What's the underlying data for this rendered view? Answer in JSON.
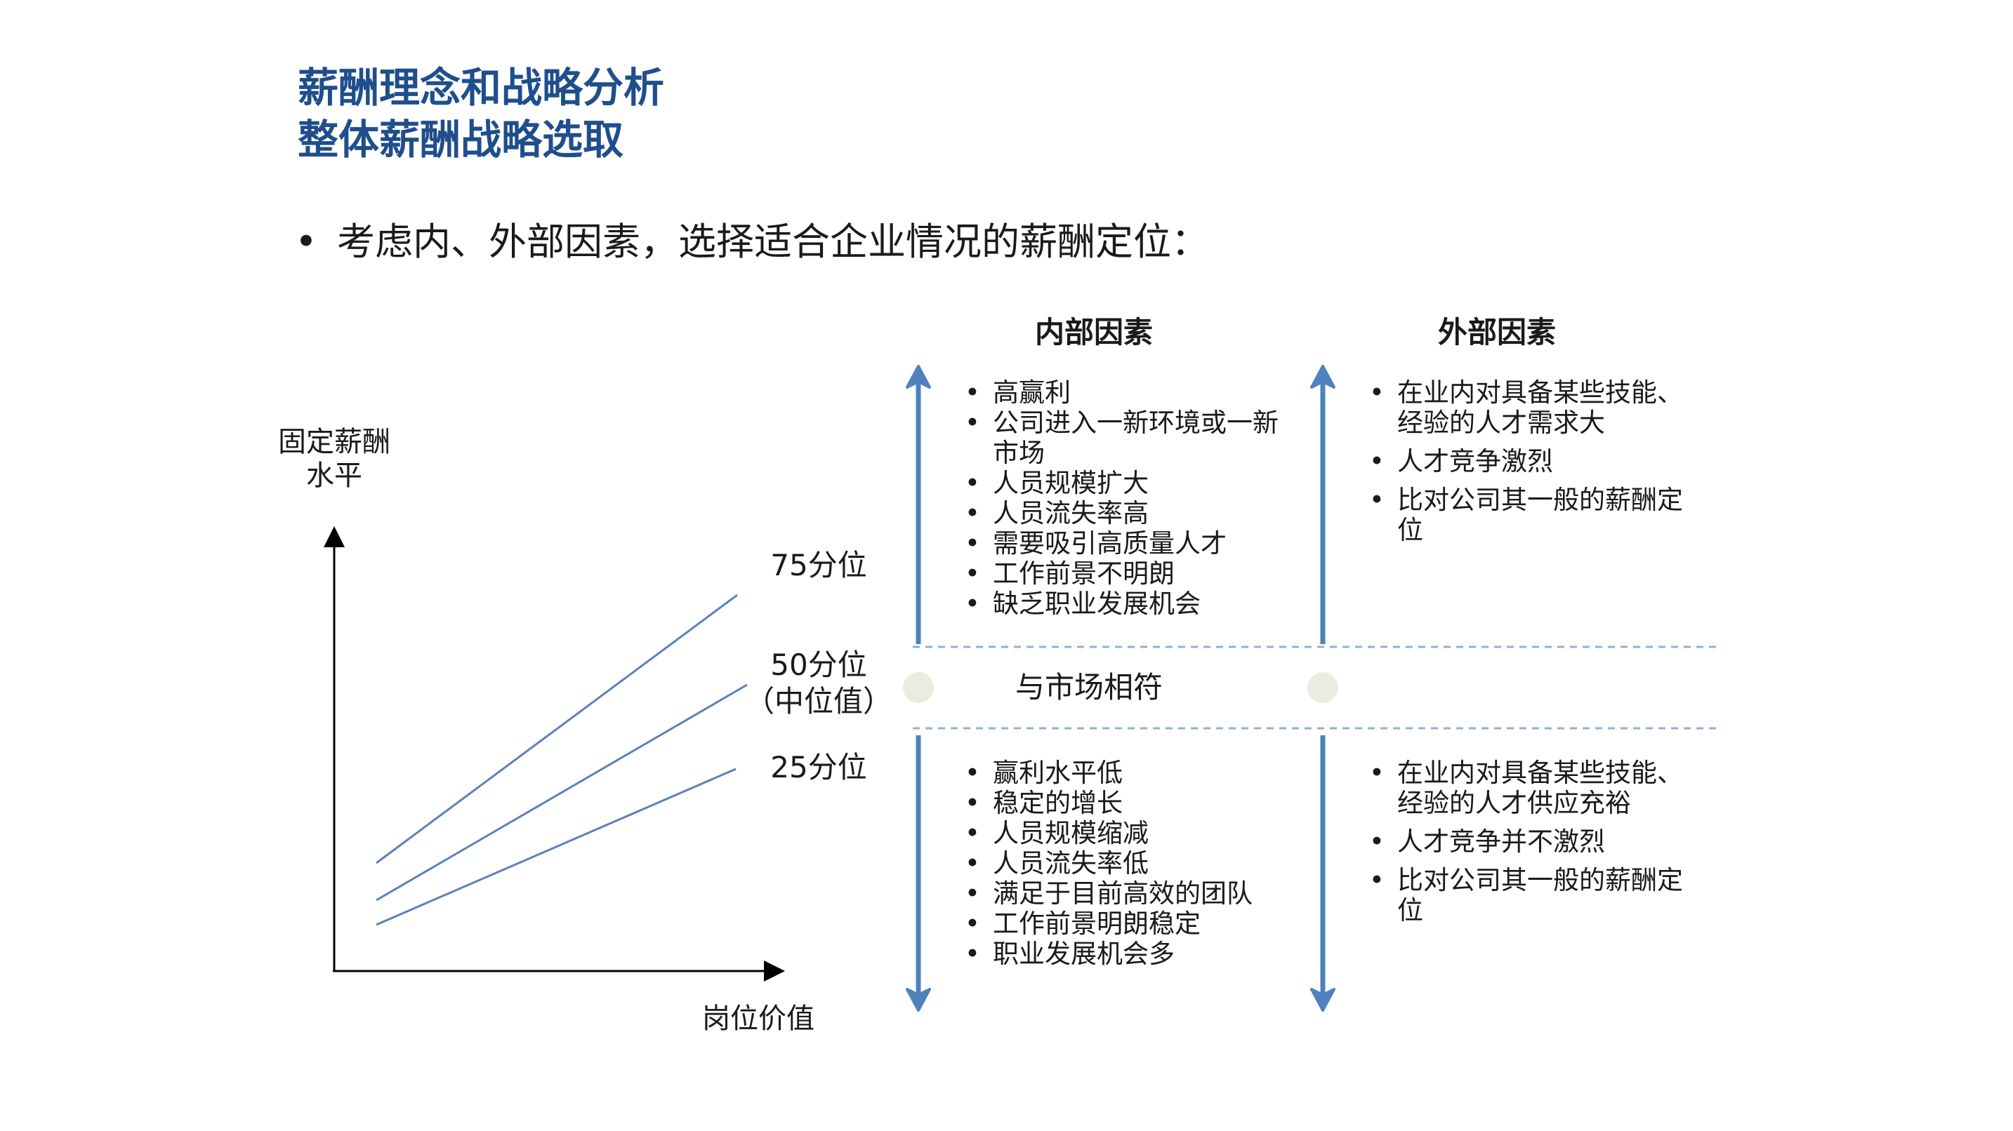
{
  "title": {
    "line1": "薪酬理念和战略分析",
    "line2": "整体薪酬战略选取"
  },
  "intro": {
    "bullet": "•",
    "text": "考虑内、外部因素，选择适合企业情况的薪酬定位："
  },
  "chart": {
    "y_axis_label_line1": "固定薪酬",
    "y_axis_label_line2": "水平",
    "x_axis_label": "岗位价值",
    "lines": [
      {
        "name": "75分位",
        "label_line1": "75分位"
      },
      {
        "name": "50分位",
        "label_line1": "50分位",
        "label_line2": "（中位值）"
      },
      {
        "name": "25分位",
        "label_line1": "25分位"
      }
    ]
  },
  "columns": {
    "internal_header": "内部因素",
    "external_header": "外部因素"
  },
  "middle": {
    "text": "与市场相符"
  },
  "internal_high": [
    "高赢利",
    "公司进入一新环境或一新市场",
    "人员规模扩大",
    "人员流失率高",
    "需要吸引高质量人才",
    "工作前景不明朗",
    "缺乏职业发展机会"
  ],
  "external_high": [
    "在业内对具备某些技能、经验的人才需求大",
    "人才竞争激烈",
    "比对公司其一般的薪酬定位"
  ],
  "internal_low": [
    "赢利水平低",
    "稳定的增长",
    "人员规模缩减",
    "人员流失率低",
    "满足于目前高效的团队",
    "工作前景明朗稳定",
    "职业发展机会多"
  ],
  "external_low": [
    "在业内对具备某些技能、经验的人才供应充裕",
    "人才竞争并不激烈",
    "比对公司其一般的薪酬定位"
  ],
  "colors": {
    "title": "#1f4e8c",
    "arrow": "#4f81bd",
    "trend_line": "#5b82b8",
    "dashed": "#8fb0d8",
    "dot": "#ecebdf",
    "text": "#1a1a1a"
  }
}
